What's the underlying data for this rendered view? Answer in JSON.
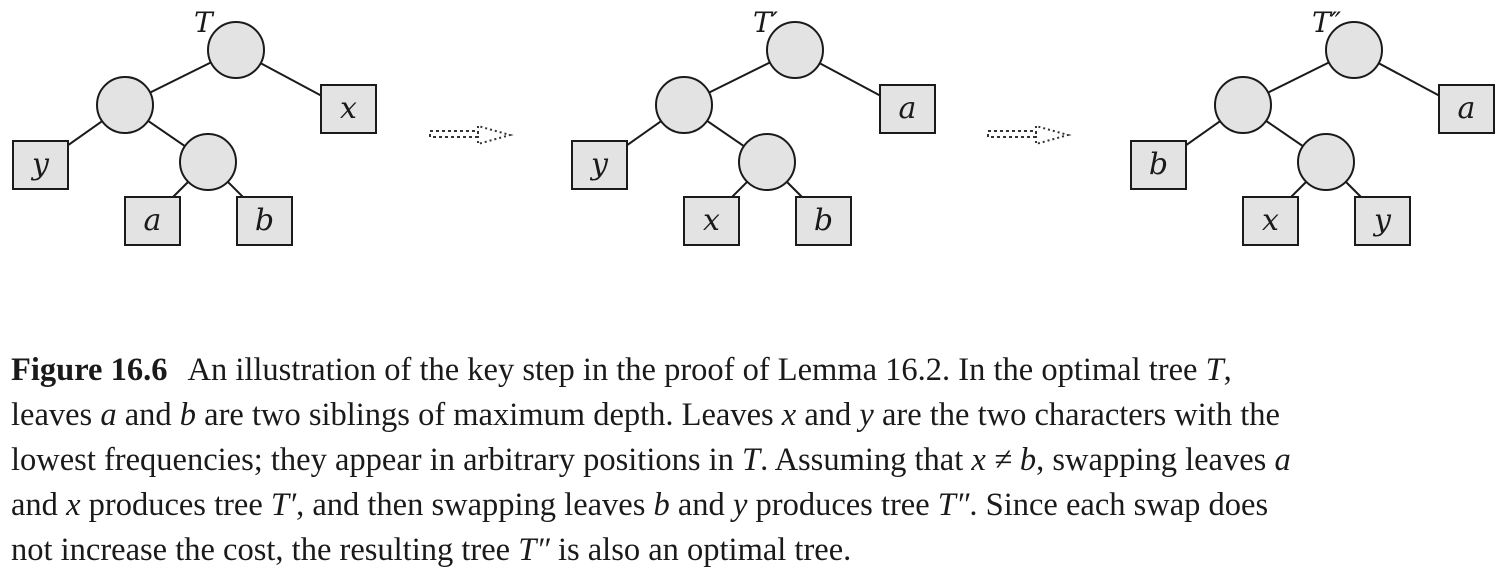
{
  "figure": {
    "trees": [
      {
        "title": "T",
        "leaves": [
          "x",
          "y",
          "a",
          "b"
        ]
      },
      {
        "title": "T′",
        "leaves": [
          "a",
          "y",
          "x",
          "b"
        ]
      },
      {
        "title": "T″",
        "leaves": [
          "a",
          "b",
          "x",
          "y"
        ]
      }
    ]
  },
  "caption": {
    "label": "Figure 16.6",
    "l1": [
      "An illustration of the key step in the proof of Lemma 16.2. In the optimal tree ",
      "T",
      ","
    ],
    "l2": [
      "leaves ",
      "a",
      " and ",
      "b",
      " are two siblings of maximum depth. Leaves ",
      "x",
      " and ",
      "y",
      " are the two characters with the"
    ],
    "l3": [
      "lowest frequencies; they appear in arbitrary positions in ",
      "T",
      ". Assuming that ",
      "x ≠ b",
      ", swapping leaves ",
      "a"
    ],
    "l4": [
      "and ",
      "x",
      " produces tree ",
      "T′",
      ", and then swapping leaves ",
      "b",
      " and ",
      "y",
      " produces tree ",
      "T″",
      ". Since each swap does"
    ],
    "l5": [
      "not increase the cost, the resulting tree ",
      "T″",
      " is also an optimal tree."
    ]
  }
}
